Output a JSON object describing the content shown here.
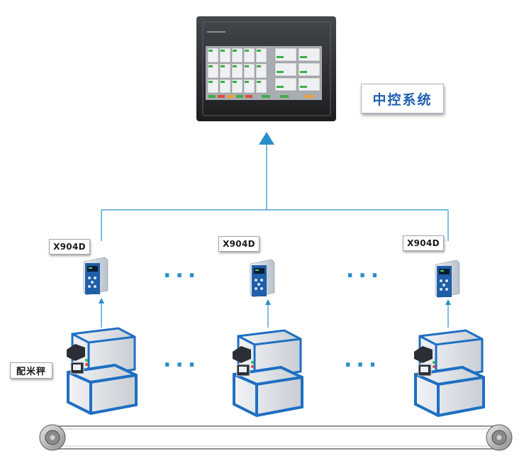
{
  "central_system": {
    "label": "中控系统"
  },
  "controllers": [
    {
      "model": "X904D"
    },
    {
      "model": "X904D"
    },
    {
      "model": "X904D"
    }
  ],
  "scale": {
    "label": "配米秤"
  },
  "ellipsis": "...",
  "colors": {
    "arrow_line": "#2a8fc9",
    "label_text": "#1f5fb0",
    "machine_blue": "#1e6fc2",
    "machine_panel": "#dfe3e8",
    "hmi_frame": "#2b2d30",
    "hmi_screen": "#a9adb1"
  },
  "icons": [
    "hmi-touch-screen-icon",
    "weighing-controller-icon",
    "rice-weighing-scale-icon",
    "conveyor-belt-icon"
  ]
}
